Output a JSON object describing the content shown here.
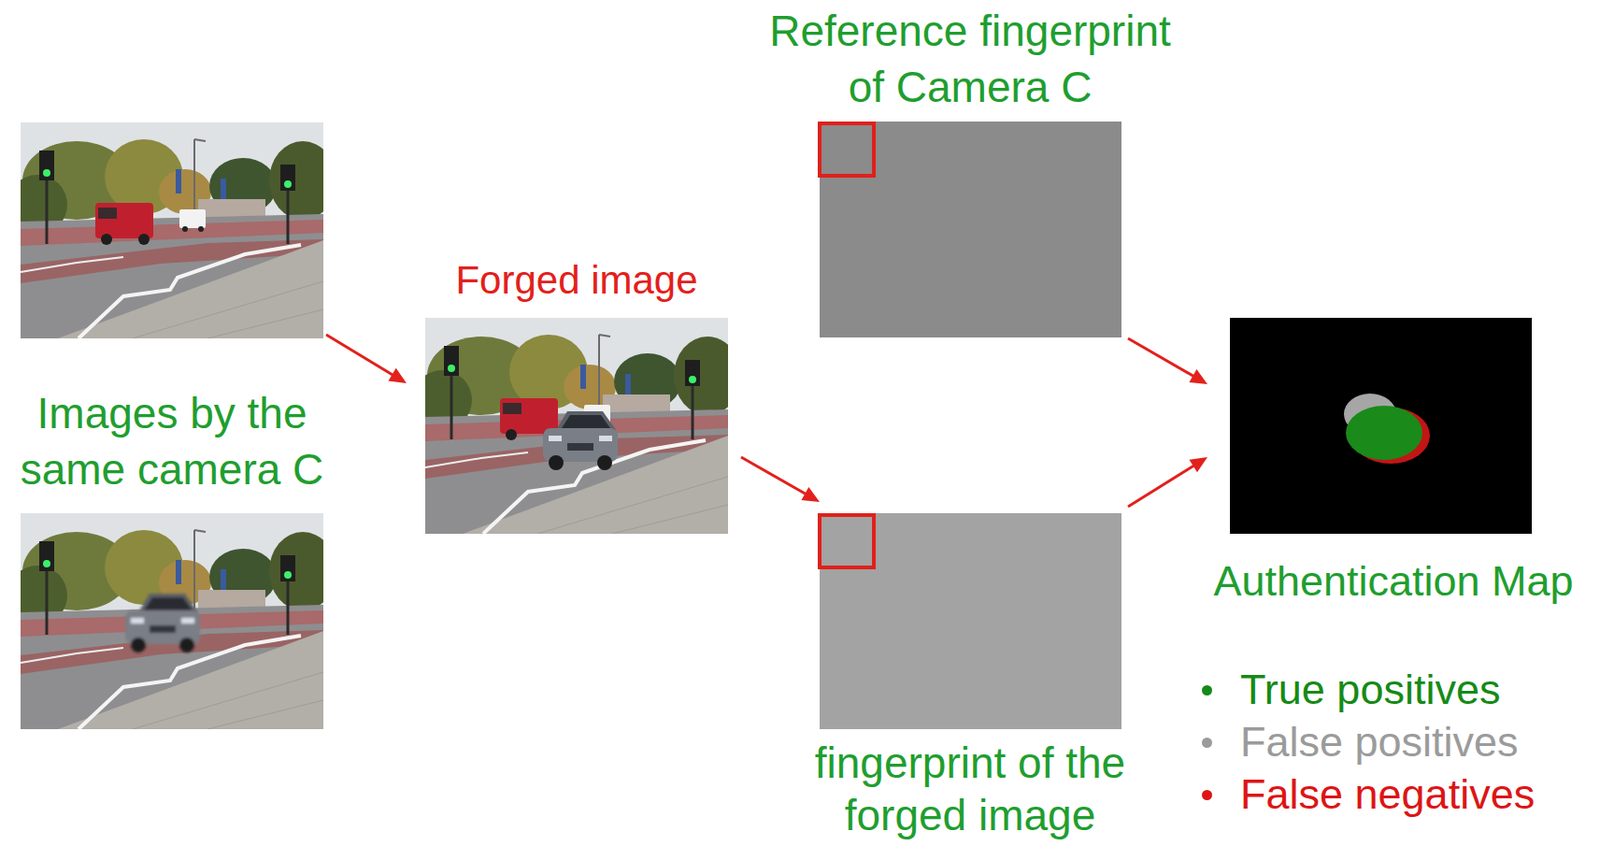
{
  "diagram": {
    "nodes": [
      {
        "text": [
          "Images by the same camera C"
        ]
      },
      {
        "text": [
          "Forged image"
        ]
      },
      {
        "text": [
          "Reference fingerprint of Camera C"
        ]
      },
      {
        "text": [
          "fingerprint of the forged image"
        ]
      },
      {
        "text": [
          "Authentication Map"
        ]
      }
    ],
    "edges": [
      {
        "from": 0,
        "to": 1,
        "arrow": "to"
      },
      {
        "from": 1,
        "to": 3,
        "arrow": "to"
      },
      {
        "from": 2,
        "to": 4,
        "arrow": "to"
      },
      {
        "from": 3,
        "to": 4,
        "arrow": "to"
      }
    ],
    "legend": [
      {
        "text": "True positives",
        "color": "#168a16"
      },
      {
        "text": "False positives",
        "color": "#9b9b9b"
      },
      {
        "text": "False negatives",
        "color": "#dd1515"
      }
    ]
  }
}
